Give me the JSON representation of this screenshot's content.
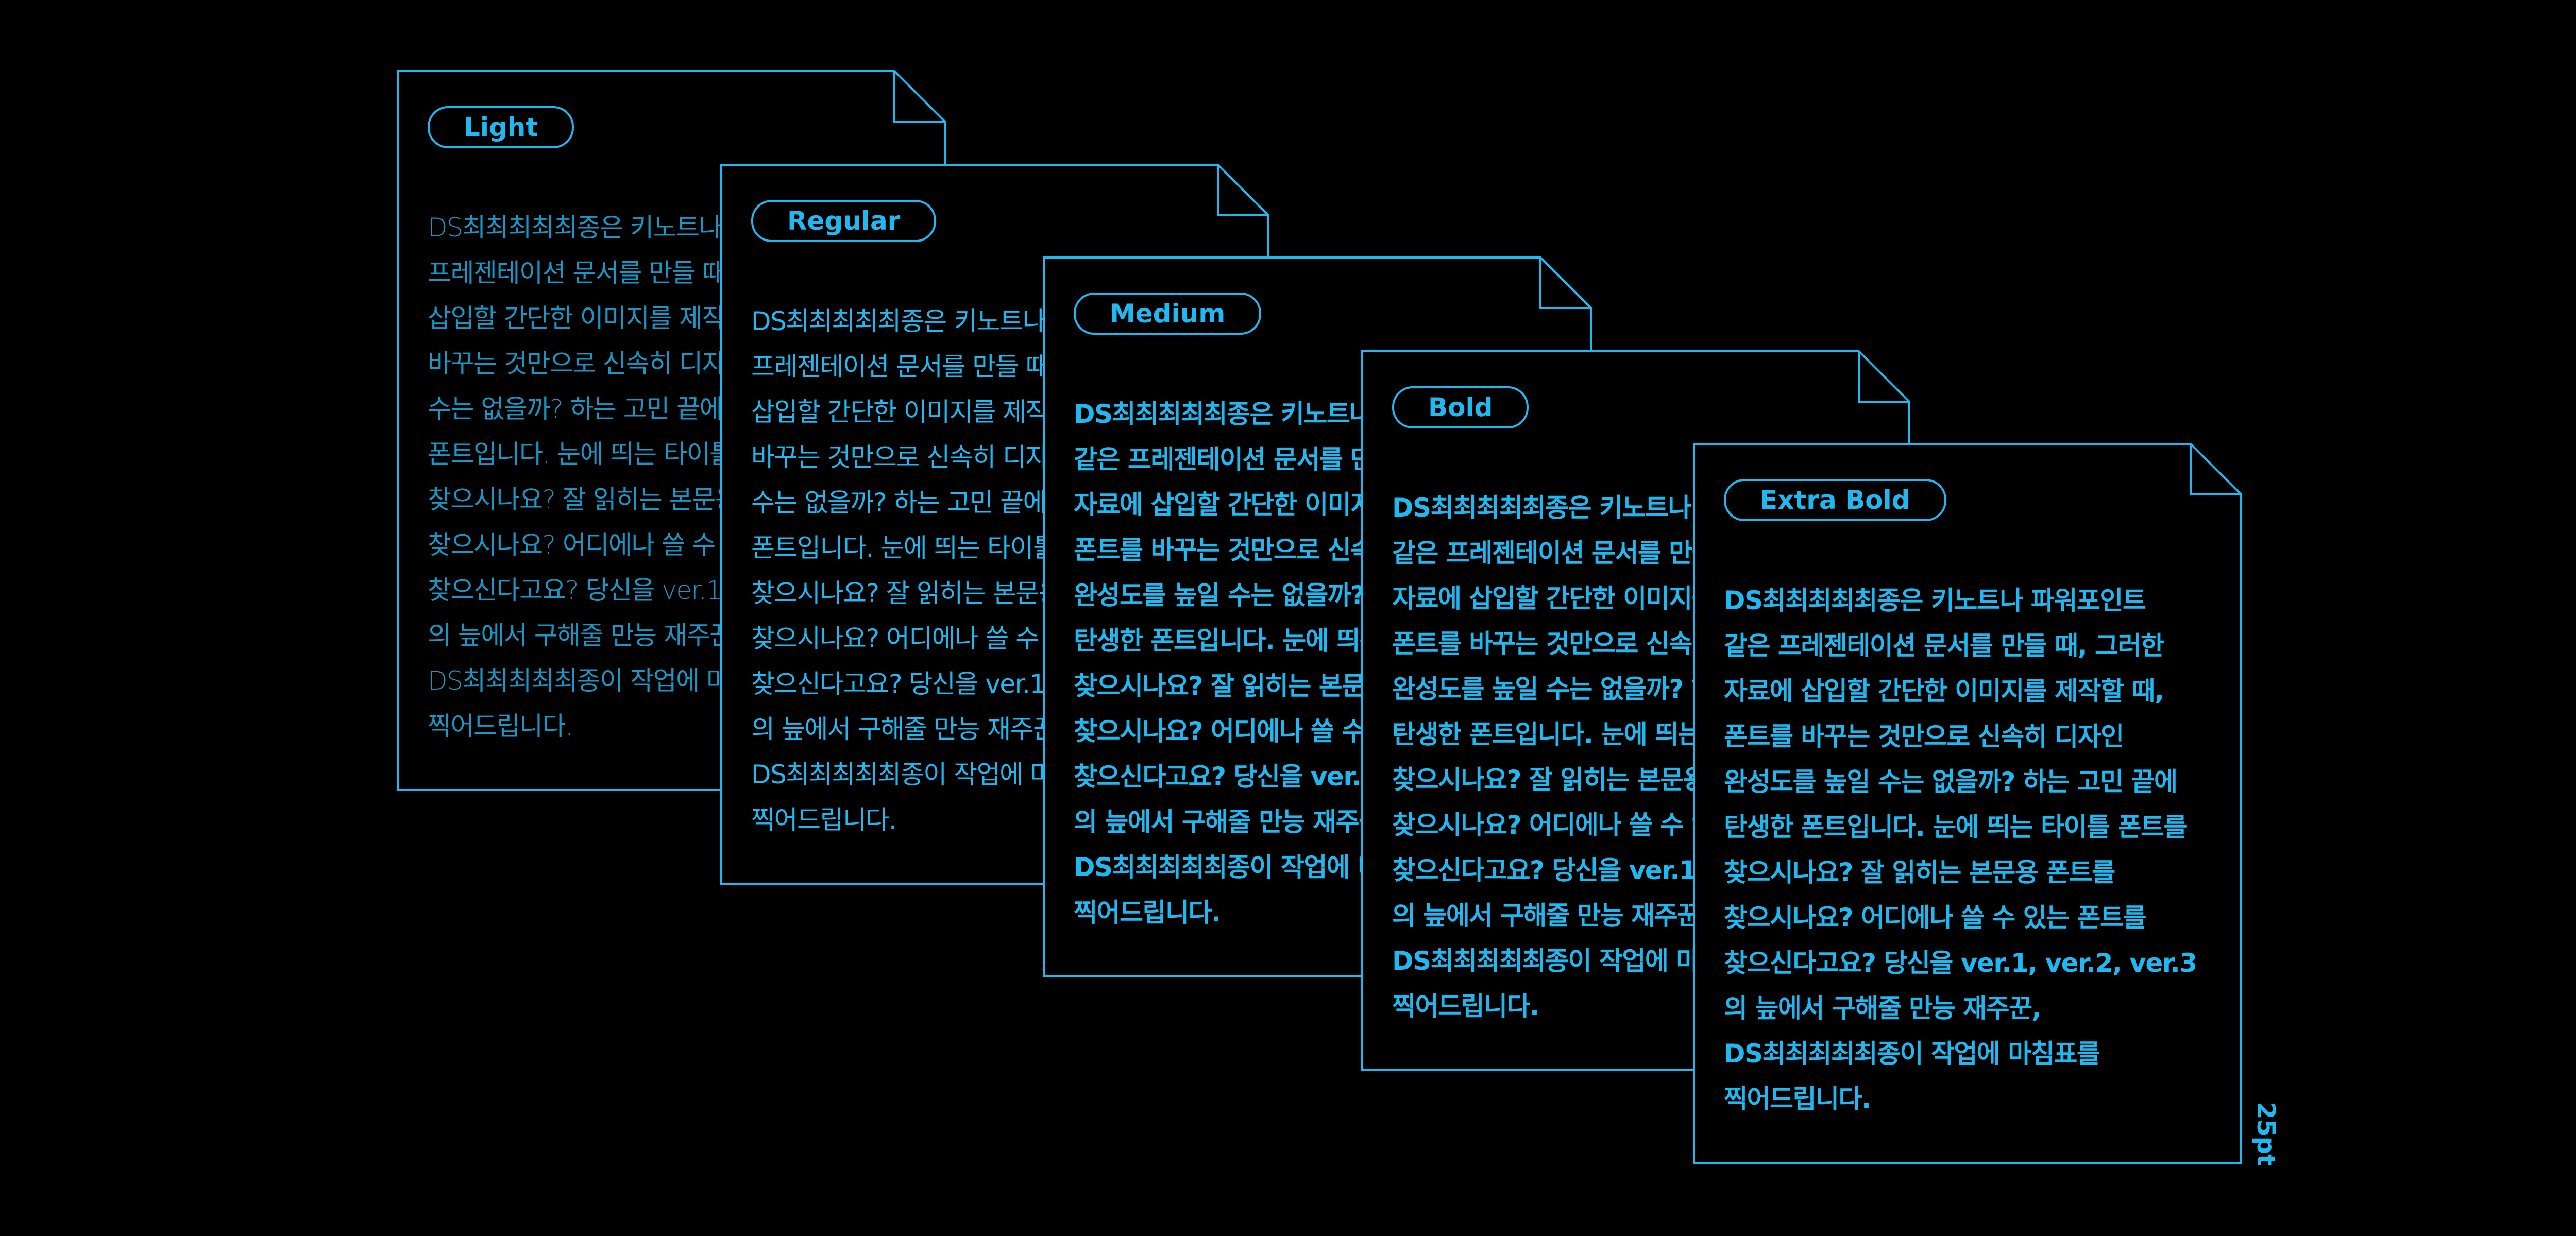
{
  "colors": {
    "background": "#000000",
    "accent": "#1fb8f0"
  },
  "sample_text": "DS최최최최최종은 키노트나 파워포인트 같은 프레젠테이션 문서를 만들 때, 그러한 자료에 삽입할 간단한 이미지를 제작할 때, 폰트를 바꾸는 것만으로 신속히 디자인 완성도를 높일 수는 없을까? 하는 고민 끝에 탄생한 폰트입니다. 눈에 띄는 타이틀 폰트를 찾으시나요? 잘 읽히는 본문용 폰트를 찾으시나요? 어디에나 쓸 수 있는 폰트를 찾으신다고요? 당신을 ver.1, ver.2, ver.3 의 늪에서 구해줄 만능 재주꾼, DS최최최최최종이 작업에 마침표를 찍어드립니다.",
  "weights": [
    {
      "label": "Light"
    },
    {
      "label": "Regular"
    },
    {
      "label": "Medium"
    },
    {
      "label": "Bold"
    },
    {
      "label": "Extra Bold"
    }
  ],
  "size_label": "25pt"
}
